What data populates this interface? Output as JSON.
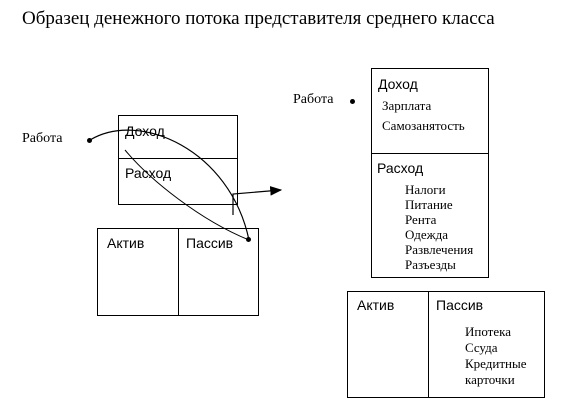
{
  "title": "Образец денежного потока представителя среднего класса",
  "left": {
    "work_label": "Работа",
    "income_label": "Доход",
    "expense_label": "Расход",
    "assets_label": "Актив",
    "liabilities_label": "Пассив"
  },
  "right": {
    "work_label": "Работа",
    "income": {
      "label": "Доход",
      "items": [
        "Зарплата",
        "Самозанятость"
      ]
    },
    "expense": {
      "label": "Расход",
      "items": [
        "Налоги",
        "Питание",
        "Рента",
        "Одежда",
        "Развлечения",
        "Разъезды"
      ]
    },
    "assets_label": "Актив",
    "liabilities": {
      "label": "Пассив",
      "items": [
        "Ипотека",
        "Ссуда",
        "Кредитные",
        "карточки"
      ]
    }
  }
}
